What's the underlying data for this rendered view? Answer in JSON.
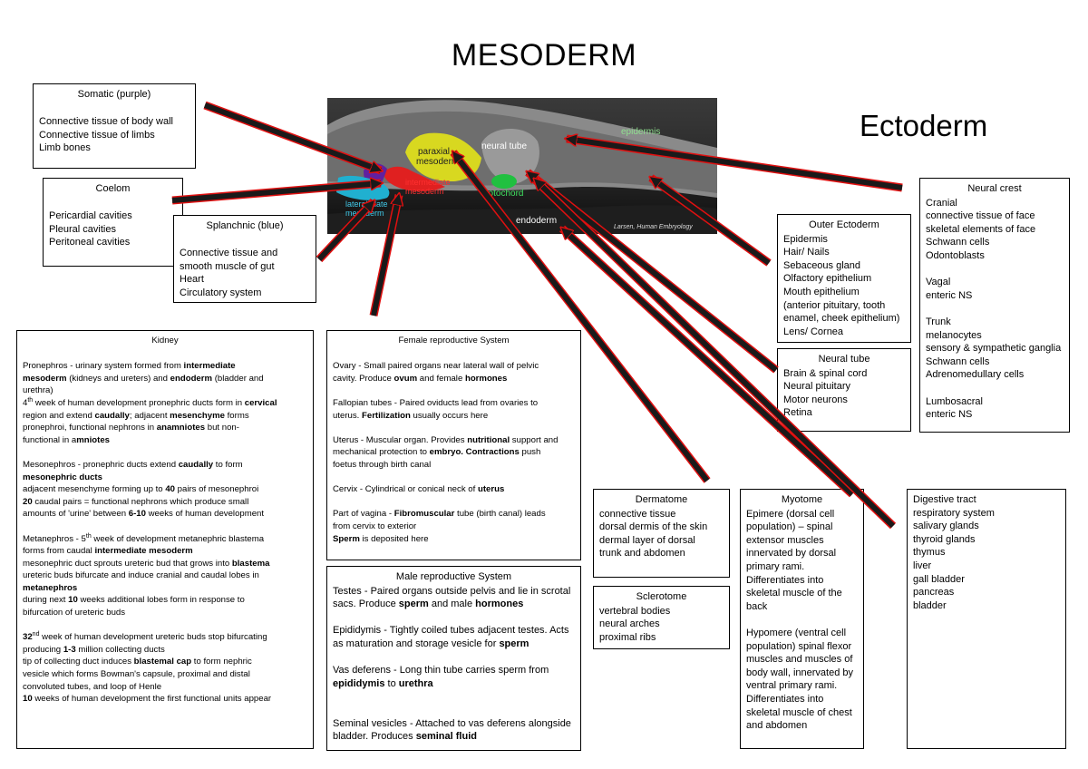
{
  "title": "MESODERM",
  "ectoderm_title": "Ectoderm",
  "image": {
    "labels": {
      "paraxial": "paraxial",
      "mesoderm": "mesoderm",
      "neural_tube": "neural tube",
      "epidermis": "epidermis",
      "intermediate": "intermediate",
      "intermediate_mesoderm": "mesoderm",
      "lateral_plate": "lateral plate",
      "lateral_mesoderm": "mesoderm",
      "notochord": "notochord",
      "endoderm": "endoderm",
      "credit": "Larsen, Human Embryology"
    }
  },
  "somatic": {
    "heading": "Somatic (purple)",
    "lines": [
      "Connective tissue of body wall",
      "Connective tissue of limbs",
      "Limb bones"
    ]
  },
  "coelom": {
    "heading": "Coelom",
    "lines": [
      "Pericardial cavities",
      "Pleural cavities",
      "Peritoneal cavities"
    ]
  },
  "splanchnic": {
    "heading": "Splanchnic (blue)",
    "lines": [
      "Connective tissue and",
      "smooth muscle of gut",
      "Heart",
      "Circulatory system"
    ]
  },
  "outer_ectoderm": {
    "heading": "Outer Ectoderm",
    "lines": [
      "Epidermis",
      "Hair/ Nails",
      "Sebaceous gland",
      "Olfactory epithelium",
      "Mouth epithelium",
      "(anterior pituitary, tooth",
      "enamel, cheek epithelium)",
      "Lens/ Cornea"
    ]
  },
  "neural_tube": {
    "heading": "Neural tube",
    "lines": [
      "Brain & spinal cord",
      "Neural pituitary",
      "Motor neurons",
      "Retina"
    ]
  },
  "neural_crest": {
    "heading": "Neural crest",
    "lines": [
      "Cranial",
      "connective tissue of face",
      "skeletal elements of face",
      "Schwann cells",
      "Odontoblasts",
      "",
      "Vagal",
      "enteric NS",
      "",
      "Trunk",
      "melanocytes",
      "sensory & sympathetic ganglia",
      "Schwann cells",
      "Adrenomedullary cells",
      "",
      "Lumbosacral",
      "enteric NS"
    ]
  },
  "kidney": {
    "heading": "Kidney",
    "l1": "Pronephros - urinary system formed from ",
    "l1b": "intermediate",
    "l2b": "mesoderm",
    "l2": " (kidneys and ureters) and ",
    "l2c": "endoderm",
    "l2d": " (bladder and",
    "l3": "urethra)",
    "l4a": "4",
    "l4sup": "th",
    "l4": " week of human development pronephric ducts form in ",
    "l4b": "cervical",
    "l5": "region and extend ",
    "l5b": "caudally",
    "l5c": "; adjacent ",
    "l5d": "mesenchyme",
    "l5e": " forms",
    "l6": "pronephroi, functional nephrons in ",
    "l6b": "anamniotes",
    "l6c": " but non-",
    "l7": "functional in a",
    "l7b": "mniotes",
    "l8": "Mesonephros - pronephric ducts extend ",
    "l8b": "caudally",
    "l8c": " to form",
    "l9b": "mesonephric ducts",
    "l10": "adjacent mesenchyme forming up to ",
    "l10b": "40",
    "l10c": " pairs of mesonephroi",
    "l11b": "20",
    "l11": " caudal pairs = functional nephrons which produce small",
    "l12": "amounts of 'urine' between ",
    "l12b": "6-10",
    "l12c": " weeks of human development",
    "l13": "Metanephros - ",
    "l13b": "5",
    "l13sup": "th",
    "l13c": " week of development metanephric blastema",
    "l14": "forms from caudal ",
    "l14b": "intermediate mesoderm",
    "l15": "mesonephric duct sprouts ureteric bud that grows into ",
    "l15b": "blastema",
    "l16": "ureteric buds bifurcate and induce cranial and caudal lobes in",
    "l17b": "metanephros",
    "l18": "during next ",
    "l18b": "10",
    "l18c": " weeks additional lobes form in response to",
    "l19": "bifurcation of ureteric buds",
    "l20b": "32",
    "l20sup": "nd",
    "l20": " week of human development ureteric buds stop bifurcating",
    "l21": "producing ",
    "l21b": "1-3",
    "l21c": " million collecting ducts",
    "l22": "tip of collecting duct induces ",
    "l22b": "blastemal cap",
    "l22c": " to form nephric",
    "l23": "vesicle which forms Bowman's capsule, proximal and distal",
    "l24": "convoluted tubes, and loop of Henle",
    "l25b": "10",
    "l25": " weeks of human development the first functional units appear"
  },
  "female": {
    "heading": "Female reproductive System",
    "ovary1": "Ovary - Small paired organs near lateral wall of pelvic",
    "ovary2": "cavity. Produce ",
    "ovary2b": "ovum",
    "ovary2c": " and female ",
    "ovary2d": "hormones",
    "fal1": "Fallopian tubes - Paired oviducts lead from ovaries to",
    "fal2": "uterus. ",
    "fal2b": "Fertilization",
    "fal2c": " usually occurs here",
    "ut1": "Uterus - Muscular organ. Provides ",
    "ut1b": "nutritional",
    "ut1c": " support and",
    "ut2": "mechanical protection to ",
    "ut2b": "embryo. Contractions",
    "ut2c": " push",
    "ut3": "foetus through birth canal",
    "cx": "Cervix - Cylindrical or conical neck of ",
    "cxb": "uterus",
    "va1": "Part of vagina - ",
    "va1b": "Fibromuscular",
    "va1c": " tube (birth canal) leads",
    "va2": "from cervix to exterior",
    "va3b": "Sperm",
    "va3": " is deposited here"
  },
  "male": {
    "heading": "Male reproductive System",
    "t1": "Testes - Paired organs outside pelvis and lie in scrotal",
    "t2": "sacs. Produce ",
    "t2b": "sperm",
    "t2c": " and male ",
    "t2d": "hormones",
    "e1": "Epididymis - Tightly coiled tubes adjacent testes. Acts",
    "e2": "as maturation and storage vesicle for ",
    "e2b": "sperm",
    "v1": "Vas deferens - Long thin tube carries sperm from",
    "v2b": "epididymis",
    "v2": " to ",
    "v2c": "urethra",
    "s1": "Seminal vesicles - Attached to vas deferens alongside",
    "s2": "bladder. Produces ",
    "s2b": "seminal fluid"
  },
  "dermatome": {
    "heading": "Dermatome",
    "lines": [
      "connective tissue",
      "dorsal dermis of the skin",
      "dermal layer of dorsal",
      "trunk and abdomen"
    ]
  },
  "sclerotome": {
    "heading": "Sclerotome",
    "lines": [
      "vertebral bodies",
      "neural arches",
      "proximal ribs"
    ]
  },
  "myotome": {
    "heading": "Myotome",
    "lines": [
      "Epimere (dorsal cell",
      "population) – spinal",
      "extensor muscles",
      "innervated by dorsal",
      "primary rami.",
      "Differentiates into",
      "skeletal muscle of the",
      "back",
      "",
      "Hypomere (ventral cell",
      "population) spinal flexor",
      "muscles and muscles of",
      "body wall, innervated by",
      "ventral primary rami.",
      "Differentiates into",
      "skeletal muscle of chest",
      "and abdomen"
    ]
  },
  "endoderm_box": {
    "lines": [
      "Digestive tract",
      "respiratory system",
      "salivary glands",
      "thyroid glands",
      "thymus",
      "liver",
      "gall bladder",
      "pancreas",
      "bladder"
    ]
  },
  "colors": {
    "arrow_fill": "#1a1a1a",
    "arrow_outline": "#e01010",
    "paraxial": "#d8d820",
    "intermediate": "#e02020",
    "lateral_plate": "#20b0d0",
    "somatic": "#6020a0",
    "notochord": "#20c040",
    "epidermis_label": "#90e090"
  }
}
